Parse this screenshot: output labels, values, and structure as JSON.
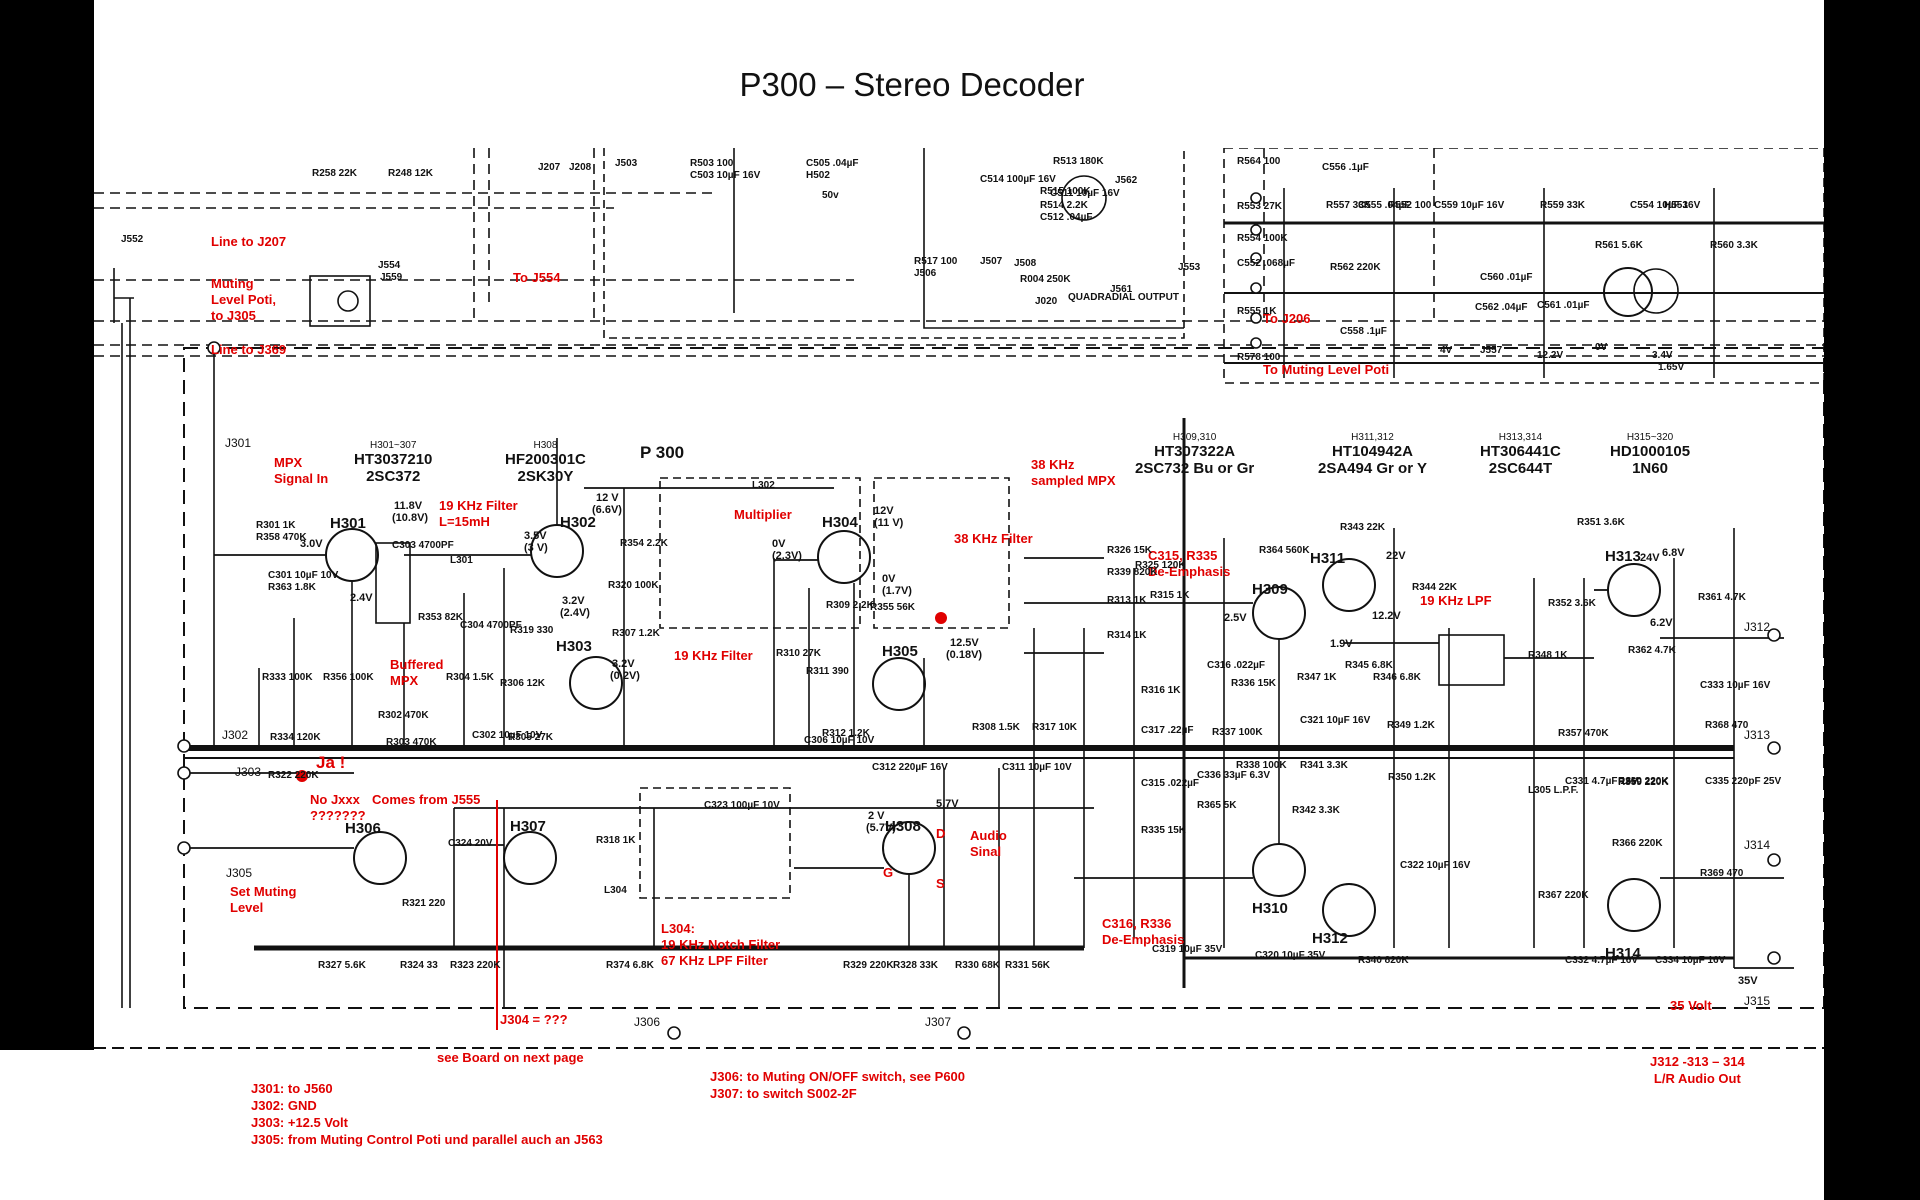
{
  "title": "P300 – Stereo Decoder",
  "board": {
    "label": "P 300",
    "transistor_headers": [
      {
        "refs": "H301~307",
        "part": "HT3037210",
        "type": "2SC372"
      },
      {
        "refs": "H308",
        "part": "HF200301C",
        "type": "2SK30Y"
      },
      {
        "refs": "H309,310",
        "part": "HT307322A",
        "type": "2SC732 Bu or Gr"
      },
      {
        "refs": "H311,312",
        "part": "HT104942A",
        "type": "2SA494 Gr or Y"
      },
      {
        "refs": "H313,314",
        "part": "HT306441C",
        "type": "2SC644T"
      },
      {
        "refs": "H315~320",
        "part": "HD1000105",
        "type": "1N60"
      }
    ],
    "transistors": [
      "H301",
      "H302",
      "H303",
      "H304",
      "H305",
      "H306",
      "H307",
      "H308",
      "H309",
      "H310",
      "H311",
      "H312",
      "H313",
      "H314"
    ],
    "jacks": [
      "J301",
      "J302",
      "J303",
      "J305",
      "J306",
      "J307",
      "J312",
      "J313",
      "J314",
      "J315"
    ],
    "voltages": [
      "11.8V",
      "(10.8V)",
      "3.0V",
      "2.4V",
      "3.5V",
      "(3 V)",
      "12 V",
      "(6.6V)",
      "3.2V",
      "(2.4V)",
      "3.2V",
      "(0.2V)",
      "0V",
      "(2.3V)",
      "12V",
      "(11 V)",
      "0V",
      "(1.7V)",
      "12.5V",
      "(0.18V)",
      "5.7V",
      "2 V",
      "(5.7V)",
      "22V",
      "12.2V",
      "2.5V",
      "1.9V",
      "24V",
      "6.2V",
      "6.8V",
      "35V"
    ],
    "components": [
      "R301 1K",
      "C301 10µF 10V",
      "C303 4700PF",
      "L301",
      "R353 82K",
      "C304 4700PF",
      "R319 330",
      "R354 2.2K",
      "R320 100K",
      "R307 1.2K",
      "L302",
      "R309 2.2K",
      "R355 56K",
      "R310 27K",
      "R311 390",
      "C306 10µF 10V",
      "R312 1.2K",
      "C312 220µF 16V",
      "R308 1.5K",
      "R317 10K",
      "C311 10µF 10V",
      "C323 100µF 10V",
      "R318 1K",
      "L304",
      "R374 6.8K",
      "R329 220K",
      "R328 33K",
      "R330 68K",
      "R331 56K",
      "R333 100K",
      "R334 120K",
      "R356 100K",
      "R302 470K",
      "R303 470K",
      "R304 1.5K",
      "C302 10µF 10V",
      "R305 27K",
      "R306 12K",
      "R322 220K",
      "C324 20V",
      "R321 220",
      "R327 5.6K",
      "R324 33",
      "R323 220K",
      "R325 120K",
      "R326 15K",
      "R339 820K",
      "R313 1K",
      "R314 1K",
      "R315 1K",
      "R316 1K",
      "C317 .22µF",
      "C315 .022µF",
      "R335 15K",
      "C316 .022µF",
      "R336 15K",
      "R337 100K",
      "C336 33µF 6.3V",
      "R365 5K",
      "R338 100K",
      "R364 560K",
      "R343 22K",
      "R347 1K",
      "R345 6.8K",
      "C321 10µF 16V",
      "R341 3.3K",
      "R342 3.3K",
      "R346 6.8K",
      "C322 10µF 16V",
      "R349 1.2K",
      "R350 1.2K",
      "C319 10µF 35V",
      "C320 10µF 35V",
      "R340 820K",
      "R344 22K",
      "R348 1K",
      "L305 L.P.F.",
      "R351 3.6K",
      "R352 3.6K",
      "R357 470K",
      "C331 4.7µF 16V",
      "R359 220K",
      "R360 220K",
      "R361 4.7K",
      "R362 4.7K",
      "C333 10µF 16V",
      "R368 470",
      "C335 220pF 25V",
      "R366 220K",
      "R367 220K",
      "R369 470",
      "C332 4.7µF 16V",
      "C334 10µF 16V",
      "R358 470K",
      "R363 1.8K"
    ]
  },
  "upper": {
    "refs": [
      "R258 22K",
      "R248 12K",
      "J207",
      "J208",
      "J503",
      "R503 100",
      "C503 10µF 16V",
      "C505 .04µF",
      "H502",
      "50v",
      "R513 180K",
      "C511 10µF 16V",
      "R515 100K",
      "R514 2.2K",
      "C512 .04µF",
      "C514 100µF 16V",
      "R517 100",
      "J506",
      "J507",
      "J508",
      "R004 250K",
      "J020",
      "QUADRADIAL OUTPUT",
      "J561",
      "J562",
      "J552",
      "J553",
      "J554",
      "J559",
      "R564 100",
      "R553 27K",
      "R554 100K",
      "C552 .068µF",
      "R555 1K",
      "R578 100",
      "C556 .1µF",
      "R557 33K",
      "C555 .04µF",
      "R552 100",
      "C559 10µF 16V",
      "R559 33K",
      "C554 10µF 16V",
      "H553",
      "R561 5.6K",
      "R562 220K",
      "C560 .01µF",
      "C561 .01µF",
      "C558 .1µF",
      "R560 3.3K",
      "C562 .04µF",
      "J557",
      "0V",
      "4V",
      "12.2V",
      "3.4V",
      "1.65V"
    ]
  },
  "notes": {
    "line_j207": "Line to J207",
    "muting_poti": [
      "Muting",
      "Level Poti,",
      "to J305"
    ],
    "line_j369": "Line to J369",
    "to_j554": "To J554",
    "to_j206": "To J206",
    "to_muting_poti": "To Muting Level Poti",
    "mpx_in": [
      "MPX",
      "Signal In"
    ],
    "filter_19k": [
      "19 KHz Filter",
      "L=15mH"
    ],
    "multiplier": "Multiplier",
    "filter_38k": "38 KHz Filter",
    "sampled_mpx": [
      "38 KHz",
      "sampled MPX"
    ],
    "de_emph_1": [
      "C315, R335",
      "De-Emphasis"
    ],
    "lpf_19k": "19 KHz LPF",
    "buffered_mpx": [
      "Buffered",
      "MPX"
    ],
    "filter_19k_b": "19 KHz Filter",
    "ja": "Ja !",
    "no_jxxx": [
      "No Jxxx",
      "???????"
    ],
    "comes_j555": "Comes from J555",
    "audio_sinal": [
      "Audio",
      "Sinal"
    ],
    "set_muting": [
      "Set Muting",
      "Level"
    ],
    "l304": [
      "L304:",
      "19 KHz Notch Filter",
      "67 KHz LPF Filter"
    ],
    "de_emph_2": [
      "C316, R336",
      "De-Emphasis"
    ],
    "volt_35": "35 Volt",
    "j304": "J304 = ???",
    "see_board": "see Board on next page",
    "fet_d": "D",
    "fet_g": "G",
    "fet_s": "S"
  },
  "footer": {
    "left": [
      "J301: to J560",
      "J302: GND",
      "J303: +12.5 Volt",
      "J305: from Muting Control Poti und parallel auch an J563"
    ],
    "mid": [
      "J306: to Muting ON/OFF switch, see P600",
      "J307: to switch S002-2F"
    ],
    "right": [
      "J312 -313 – 314",
      "L/R Audio Out"
    ]
  }
}
